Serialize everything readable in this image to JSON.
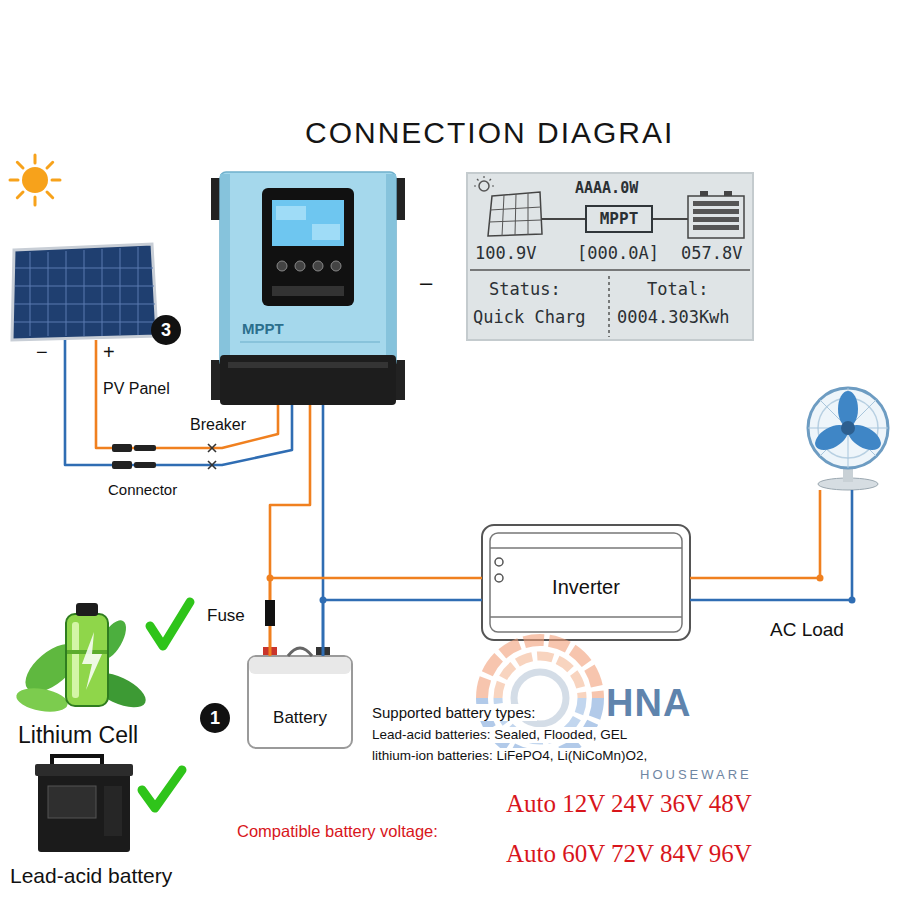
{
  "diagram": {
    "title": "CONNECTION DIAGRAI",
    "nodes": [
      {
        "text": [
          "PV Panel"
        ]
      },
      {
        "text": [
          "MPPT"
        ]
      },
      {
        "text": [
          "AAAA.0W",
          "100.9V",
          "[000.0A]",
          "057.8V",
          "Status:",
          "Quick Charg",
          "Total:",
          "0004.303Kwh"
        ]
      },
      {
        "text": [
          "MPPT"
        ],
        "in": 2
      },
      {
        "text": [
          "Battery"
        ]
      },
      {
        "text": [
          "Inverter"
        ]
      },
      {
        "text": [
          "AC Load"
        ]
      },
      {
        "text": [
          "Lithium Cell"
        ]
      },
      {
        "text": [
          "Lead-acid battery"
        ]
      }
    ],
    "edges": [
      {
        "from": 0,
        "to": 1,
        "arrow": "none"
      },
      {
        "from": 1,
        "to": 4,
        "arrow": "none"
      },
      {
        "from": 4,
        "to": 5,
        "arrow": "none"
      },
      {
        "from": 5,
        "to": 6,
        "arrow": "none"
      }
    ],
    "labels": [
      "−",
      "+",
      "3",
      "–",
      "Breaker",
      "Connector",
      "Fuse",
      "1",
      "Supported battery types:",
      "Lead-acid batteries: Sealed, Flooded, GEL",
      "lithium-ion batteries: LiFePO4, Li(NiCoMn)O2,",
      "Compatible battery voltage:",
      "Auto 12V 24V 36V 48V",
      "Auto 60V 72V 84V 96V",
      "HNA",
      "HOUSEWARE"
    ]
  }
}
